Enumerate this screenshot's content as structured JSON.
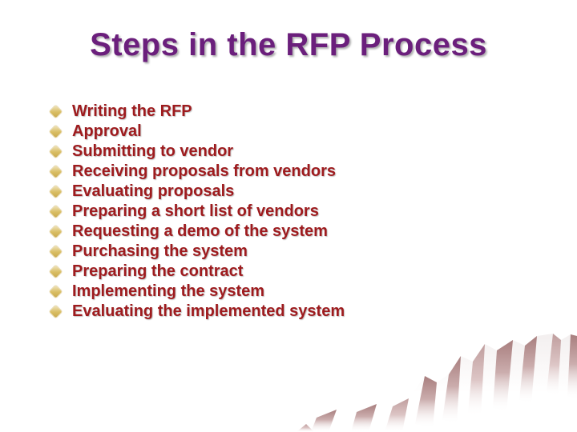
{
  "slide": {
    "title": "Steps in the RFP Process",
    "bullets": {
      "items": [
        "Writing the RFP",
        "Approval",
        "Submitting to vendor",
        "Receiving proposals from vendors",
        "Evaluating proposals",
        "Preparing a short list of vendors",
        "Requesting a demo of the system",
        "Purchasing the system",
        "Preparing the contract",
        "Implementing the system",
        "Evaluating the implemented system"
      ]
    },
    "colors": {
      "title_color": "#6B1F7C",
      "body_text_color": "#9E1B1E",
      "bullet_fill_color": "#D9BD62",
      "bullet_highlight_color": "#F0E6C0",
      "mountain_mauve_color": "#A87E7E",
      "background_color": "#FFFFFF"
    },
    "icons": {
      "bullet": "diamond-bullet-icon",
      "decoration": "mountain-ridge-decoration"
    }
  }
}
